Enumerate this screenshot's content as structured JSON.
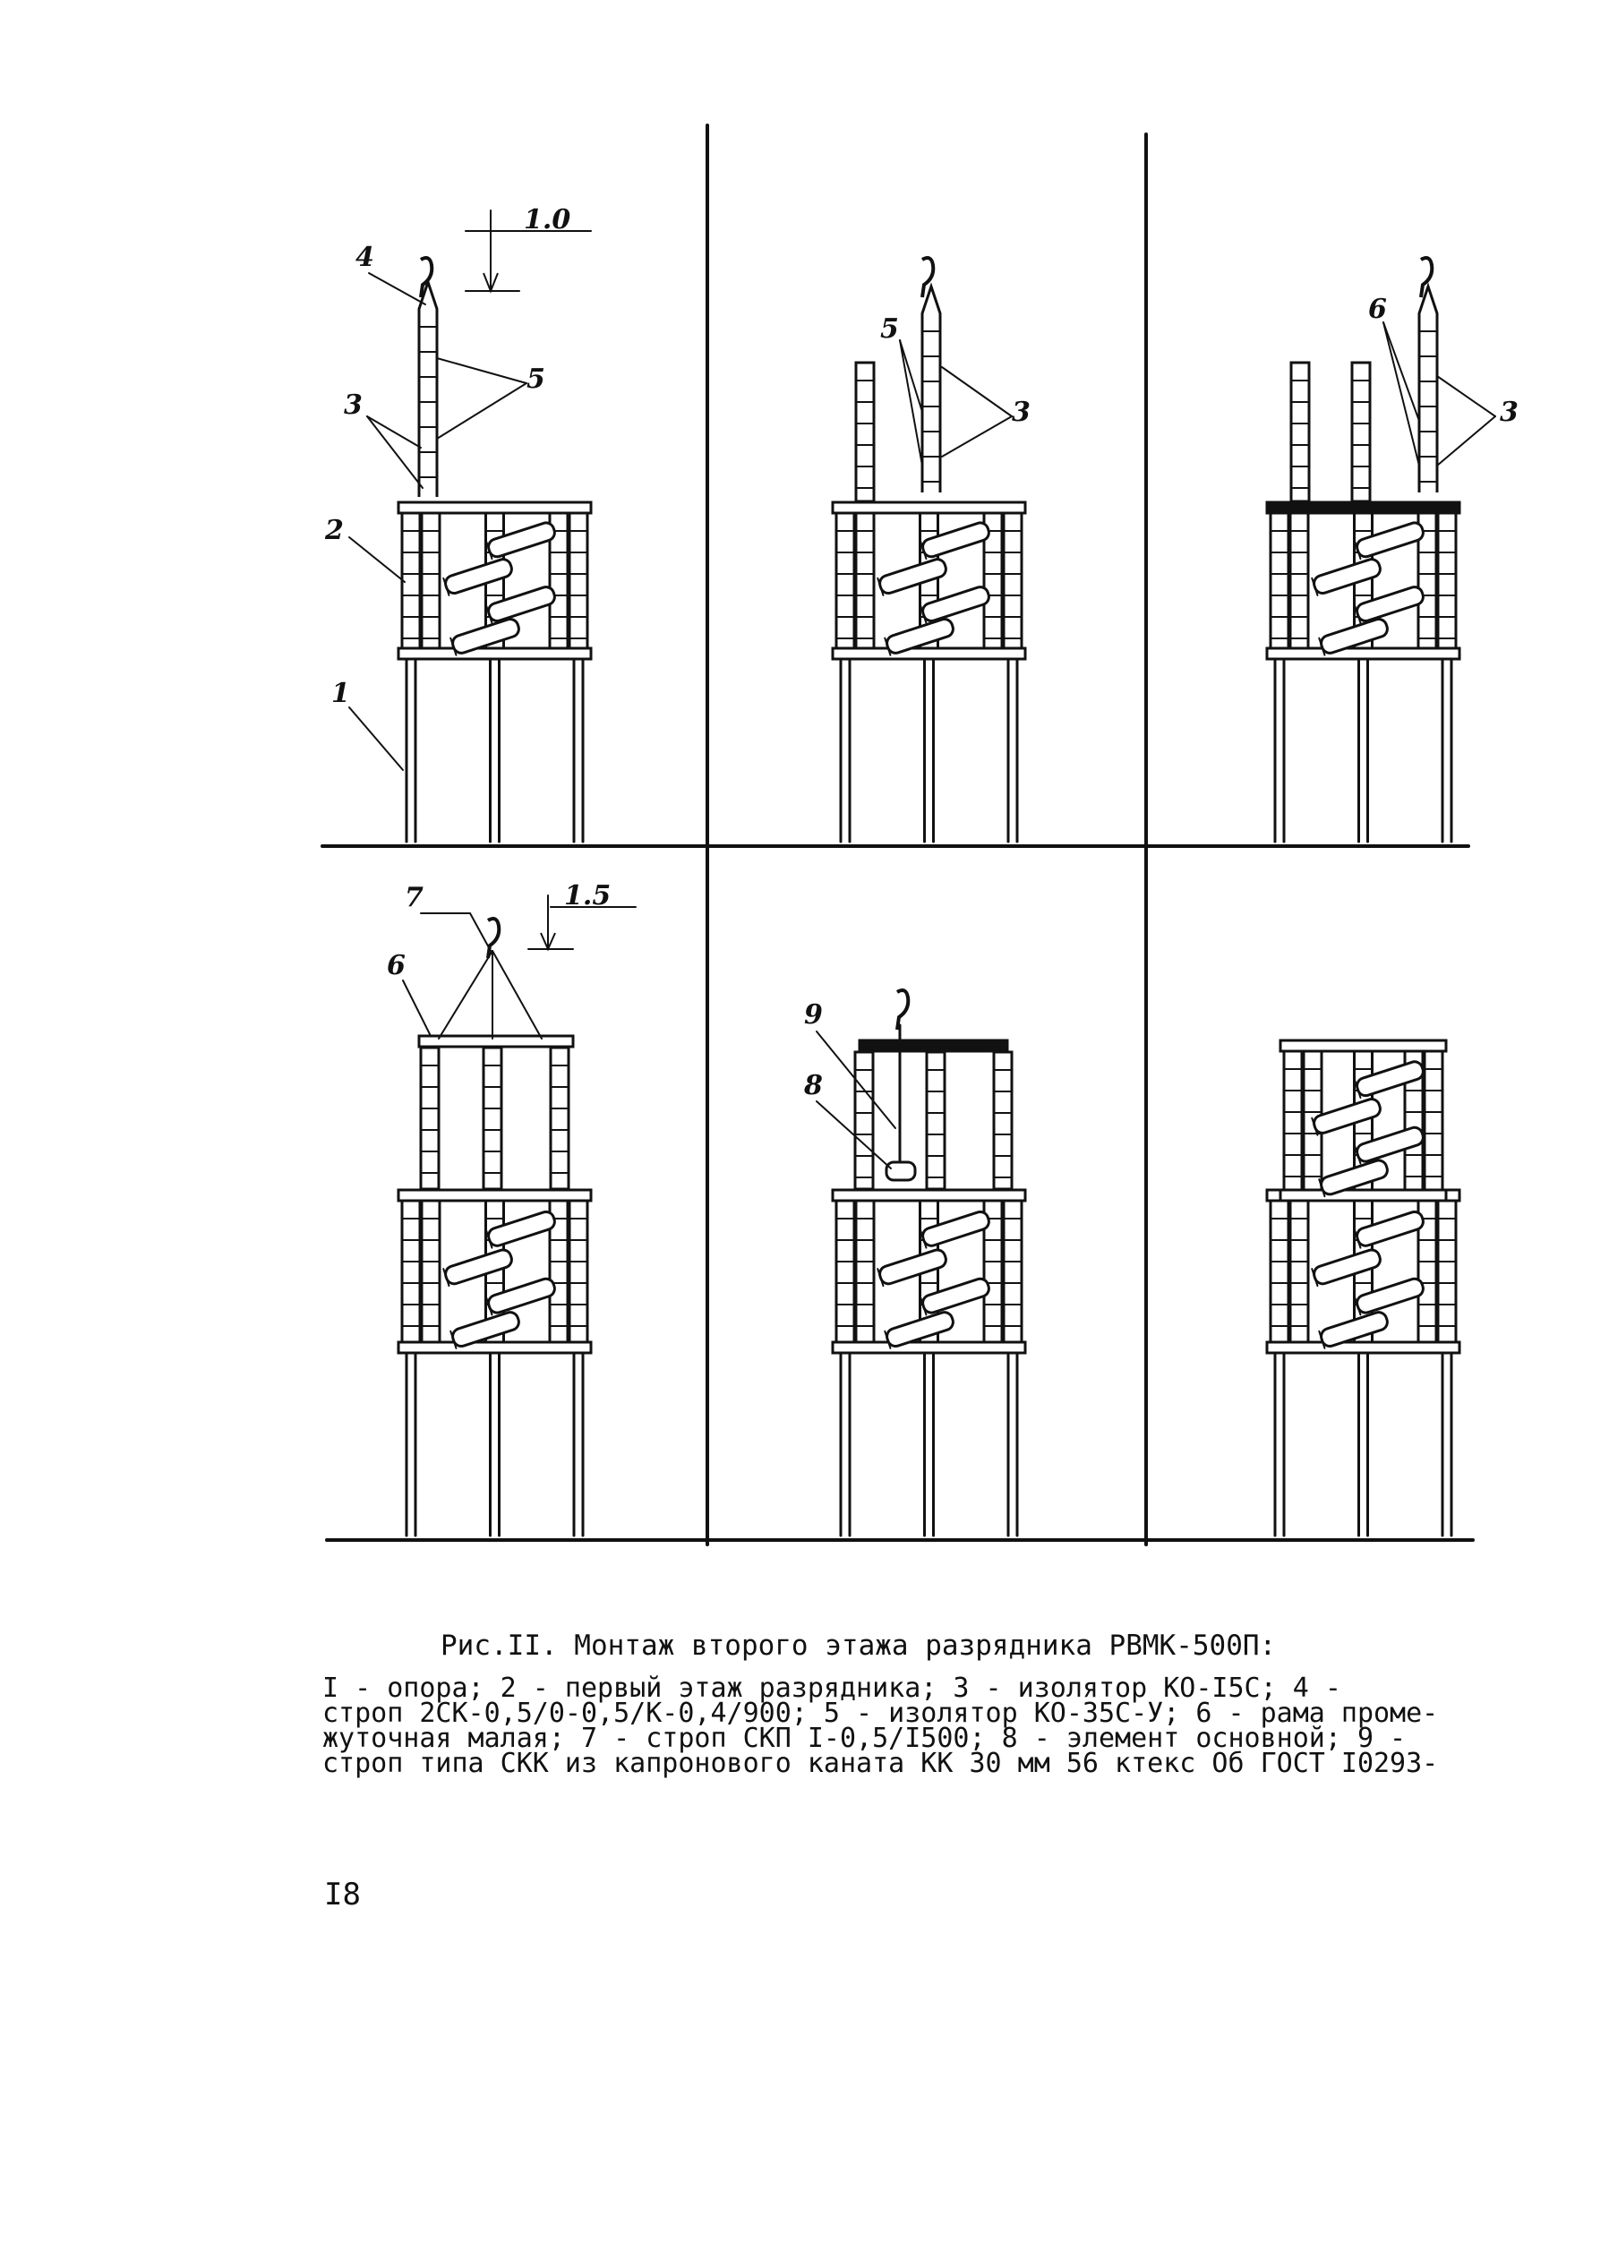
{
  "figure": {
    "callouts": {
      "p1": [
        "4",
        "3",
        "5",
        "2",
        "1",
        "1.0"
      ],
      "p2": [
        "5",
        "3"
      ],
      "p3": [
        "6",
        "3"
      ],
      "p4": [
        "7",
        "6",
        "1.5"
      ],
      "p5": [
        "9",
        "8"
      ]
    }
  },
  "caption": {
    "title": "Рис.II. Монтаж второго этажа разрядника РВМК-500П:",
    "lines": [
      "I - опора; 2 - первый этаж разрядника; 3 - изолятор КО-I5С; 4 -",
      "строп 2СК-0,5/0-0,5/К-0,4/900; 5 - изолятор КО-35С-У; 6 - рама проме-",
      "жуточная малая; 7 - строп СКП I-0,5/I500; 8 - элемент основной; 9 -",
      "строп типа СКК из капронового каната КК 30 мм 56 ктекс Об ГОСТ I0293-"
    ]
  },
  "page_number": "I8"
}
